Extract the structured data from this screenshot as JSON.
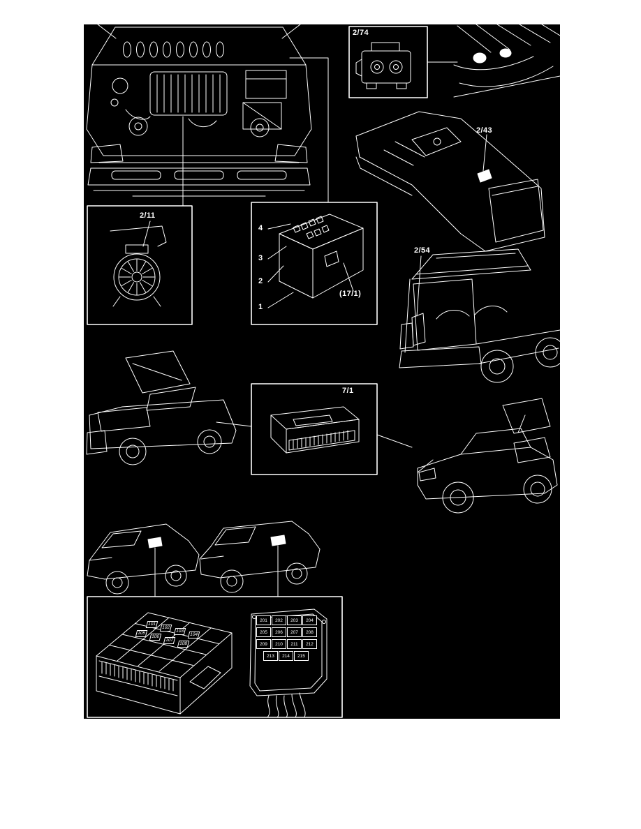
{
  "page": {
    "colors": {
      "page_bg": "#ffffff",
      "canvas_bg": "#000000",
      "ink": "#ffffff"
    }
  },
  "callouts": {
    "relay_bracket": "2/74",
    "console_switch": "2/43",
    "blower_motor": "2/11",
    "d_pillar": "2/54",
    "control_module": "7/1",
    "relay_box": "(17/1)",
    "relay_levels": [
      "4",
      "3",
      "2",
      "1"
    ]
  },
  "fuse_panel": {
    "top_labels": [
      "101",
      "102",
      "103",
      "104",
      "105",
      "106",
      "107",
      "108"
    ],
    "grid_rows": [
      [
        "201",
        "202",
        "203",
        "204"
      ],
      [
        "205",
        "206",
        "207",
        "208"
      ],
      [
        "209",
        "210",
        "211",
        "212"
      ],
      [
        "213",
        "214",
        "215"
      ]
    ]
  }
}
